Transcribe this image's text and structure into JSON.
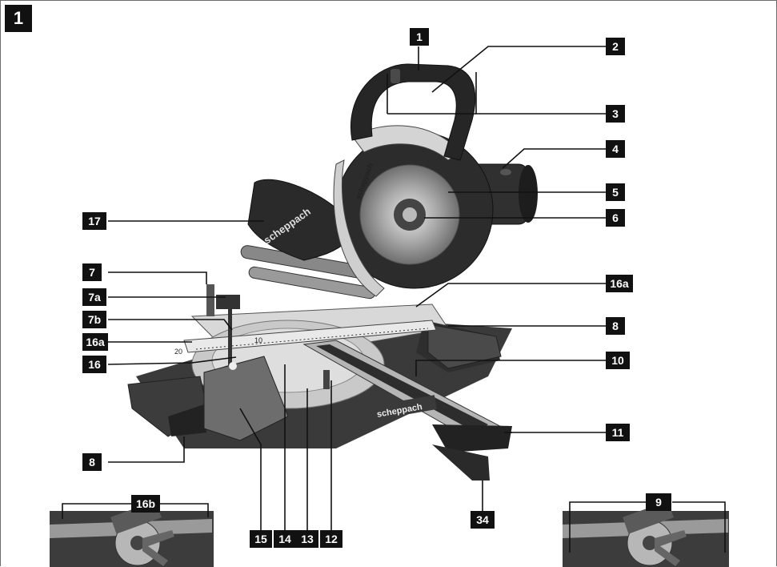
{
  "figure": {
    "number": "1"
  },
  "callouts": [
    {
      "id": "c1",
      "label": "1"
    },
    {
      "id": "c2",
      "label": "2"
    },
    {
      "id": "c3",
      "label": "3"
    },
    {
      "id": "c4",
      "label": "4"
    },
    {
      "id": "c5",
      "label": "5"
    },
    {
      "id": "c6",
      "label": "6"
    },
    {
      "id": "c16a-right",
      "label": "16a"
    },
    {
      "id": "c8-right",
      "label": "8"
    },
    {
      "id": "c10",
      "label": "10"
    },
    {
      "id": "c11",
      "label": "11"
    },
    {
      "id": "c17",
      "label": "17"
    },
    {
      "id": "c7",
      "label": "7"
    },
    {
      "id": "c7a",
      "label": "7a"
    },
    {
      "id": "c7b",
      "label": "7b"
    },
    {
      "id": "c16a-left",
      "label": "16a"
    },
    {
      "id": "c16",
      "label": "16"
    },
    {
      "id": "c8-left",
      "label": "8"
    },
    {
      "id": "c15",
      "label": "15"
    },
    {
      "id": "c14",
      "label": "14"
    },
    {
      "id": "c13",
      "label": "13"
    },
    {
      "id": "c12",
      "label": "12"
    },
    {
      "id": "c34",
      "label": "34"
    },
    {
      "id": "c16b",
      "label": "16b"
    },
    {
      "id": "c9",
      "label": "9"
    }
  ],
  "product_branding": {
    "text": "scheppach"
  },
  "scale_markings": {
    "left_tick": "20",
    "middle_tick": "10"
  },
  "colors": {
    "label_bg": "#111111",
    "label_text": "#ffffff",
    "leader_line": "#111111",
    "saw_dark": "#2b2b2b",
    "saw_mid": "#6a6a6a",
    "saw_light": "#cfcfcf"
  }
}
